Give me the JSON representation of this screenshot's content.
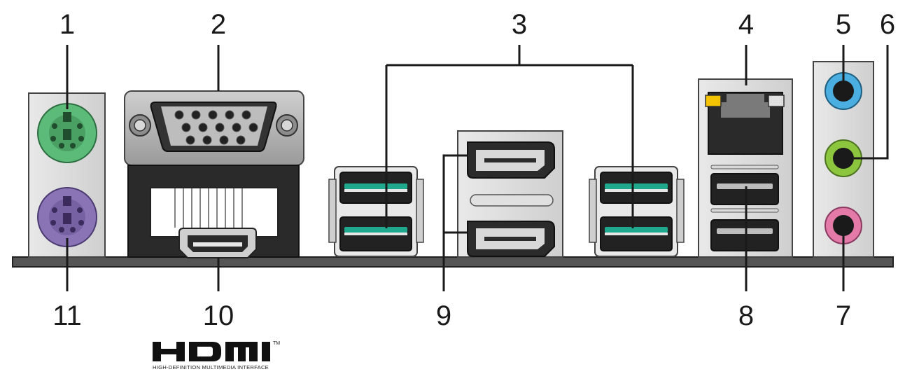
{
  "labels": {
    "l1": "1",
    "l2": "2",
    "l3": "3",
    "l4": "4",
    "l5": "5",
    "l6": "6",
    "l7": "7",
    "l8": "8",
    "l9": "9",
    "l10": "10",
    "l11": "11"
  },
  "logo": {
    "subtitle": "HIGH-DEFINITION MULTIMEDIA INTERFACE",
    "trademark": "TM"
  },
  "colors": {
    "ps2_mouse": "#5dbb7a",
    "ps2_keyboard": "#8a74b6",
    "usb3_insert": "#1fa88e",
    "audio_line_in": "#4aaee0",
    "audio_line_out": "#8cc63f",
    "audio_mic": "#e37aa8",
    "lan_led_left": "#f5c400"
  }
}
